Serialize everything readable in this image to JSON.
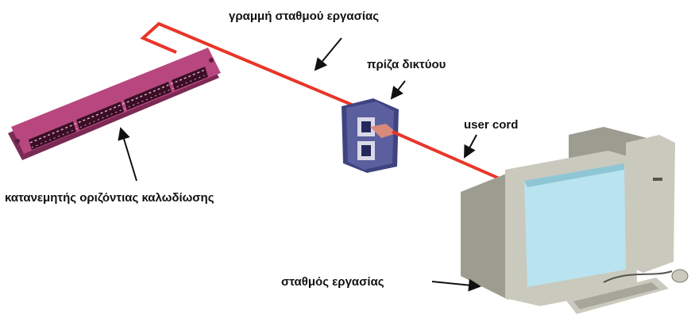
{
  "labels": {
    "workstation_line": "γραμμή σταθμού εργασίας",
    "network_outlet": "πρίζα δικτύου",
    "user_cord": "user cord",
    "horizontal_patch_panel": "κατανεμητής οριζόντιας καλωδίωσης",
    "workstation": "σταθμός εργασίας"
  },
  "colors": {
    "cable": "#e8362a",
    "patch_panel": "#b9477f",
    "patch_panel_dark": "#7a2a55",
    "outlet_plate": "#5b5f9e",
    "computer_body": "#c9c9bd",
    "computer_shadow": "#9c9c90",
    "screen": "#b9e3ee"
  }
}
